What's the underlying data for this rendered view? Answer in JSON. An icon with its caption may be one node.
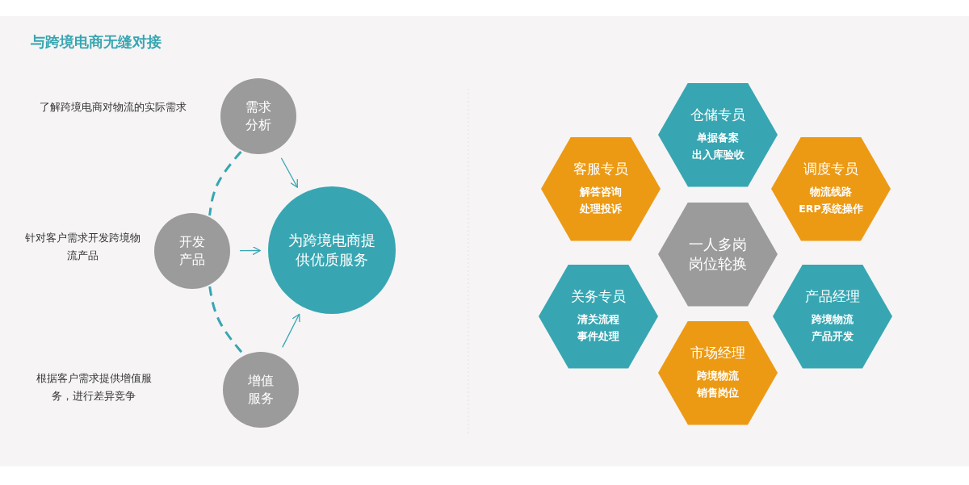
{
  "diagram": {
    "title": "与跨境电商无缝对接",
    "nodes": [
      {
        "text": [
          "需求分析"
        ],
        "beside": [
          "了解跨境电商对物流的实际需求"
        ]
      },
      {
        "text": [
          "开发产品"
        ],
        "beside": [
          "针对客户需求开发跨境物流产品"
        ]
      },
      {
        "text": [
          "增值服务"
        ]
      },
      {
        "text": [
          "为跨境电商提供优质服务"
        ]
      },
      {
        "text": [
          "仓储专员",
          "单据备案",
          "出入库验收"
        ]
      },
      {
        "text": [
          "客服专员",
          "解答咨询",
          "处理投诉"
        ]
      },
      {
        "text": [
          "调度专员",
          "物流线路",
          "ERP系统操作"
        ]
      },
      {
        "text": [
          "一人多岗岗位轮换"
        ]
      },
      {
        "text": [
          "关务专员",
          "清关流程",
          "事件处理"
        ]
      },
      {
        "text": [
          "产品经理",
          "跨境物流",
          "产品开发"
        ]
      },
      {
        "text": [
          "市场经理",
          "跨境物流",
          "销售岗位"
        ]
      }
    ],
    "edges": [
      {
        "from": 0,
        "to": 3,
        "arrow": "to"
      },
      {
        "from": 1,
        "to": 3,
        "arrow": "to"
      },
      {
        "from": 2,
        "to": 3,
        "arrow": "to"
      },
      {
        "from": 0,
        "to": 1,
        "arrow": "none",
        "style": "dashed"
      },
      {
        "from": 1,
        "to": 2,
        "arrow": "none",
        "style": "dashed"
      }
    ],
    "labels": [
      "根据客户需求提供增值服务，进行差异竞争"
    ]
  }
}
